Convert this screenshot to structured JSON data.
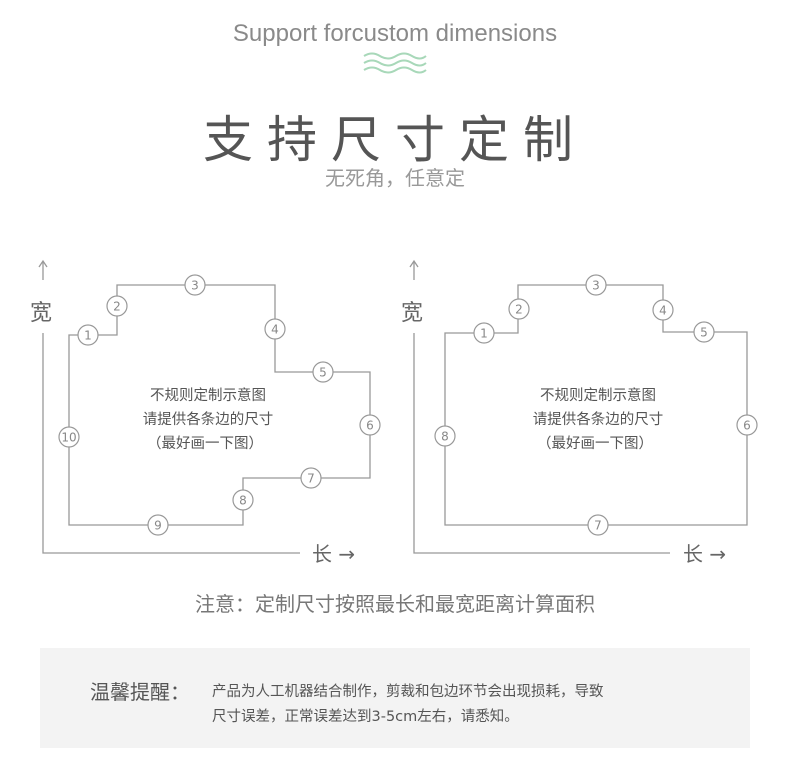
{
  "header": {
    "english_title": "Support forcustom dimensions",
    "title": "支持尺寸定制",
    "subtitle": "无死角，任意定"
  },
  "diagrams": [
    {
      "width_label": "宽",
      "length_label": "长 →",
      "center_lines": [
        "不规则定制示意图",
        "请提供各条边的尺寸",
        "（最好画一下图）"
      ],
      "edge_labels": [
        "1",
        "2",
        "3",
        "4",
        "5",
        "6",
        "7",
        "8",
        "9",
        "10"
      ]
    },
    {
      "width_label": "宽",
      "length_label": "长 →",
      "center_lines": [
        "不规则定制示意图",
        "请提供各条边的尺寸",
        "（最好画一下图）"
      ],
      "edge_labels": [
        "1",
        "2",
        "3",
        "4",
        "5",
        "6",
        "7",
        "8"
      ]
    }
  ],
  "note": "注意：定制尺寸按照最长和最宽距离计算面积",
  "tip": {
    "label": "温馨提醒：",
    "line1": "产品为人工机器结合制作，剪裁和包边环节会出现损耗，导致",
    "line2": "尺寸误差，正常误差达到3-5cm左右，请悉知。"
  },
  "colors": {
    "accent": "#a8d8b9",
    "line": "#999999",
    "box": "#f3f3f3"
  }
}
